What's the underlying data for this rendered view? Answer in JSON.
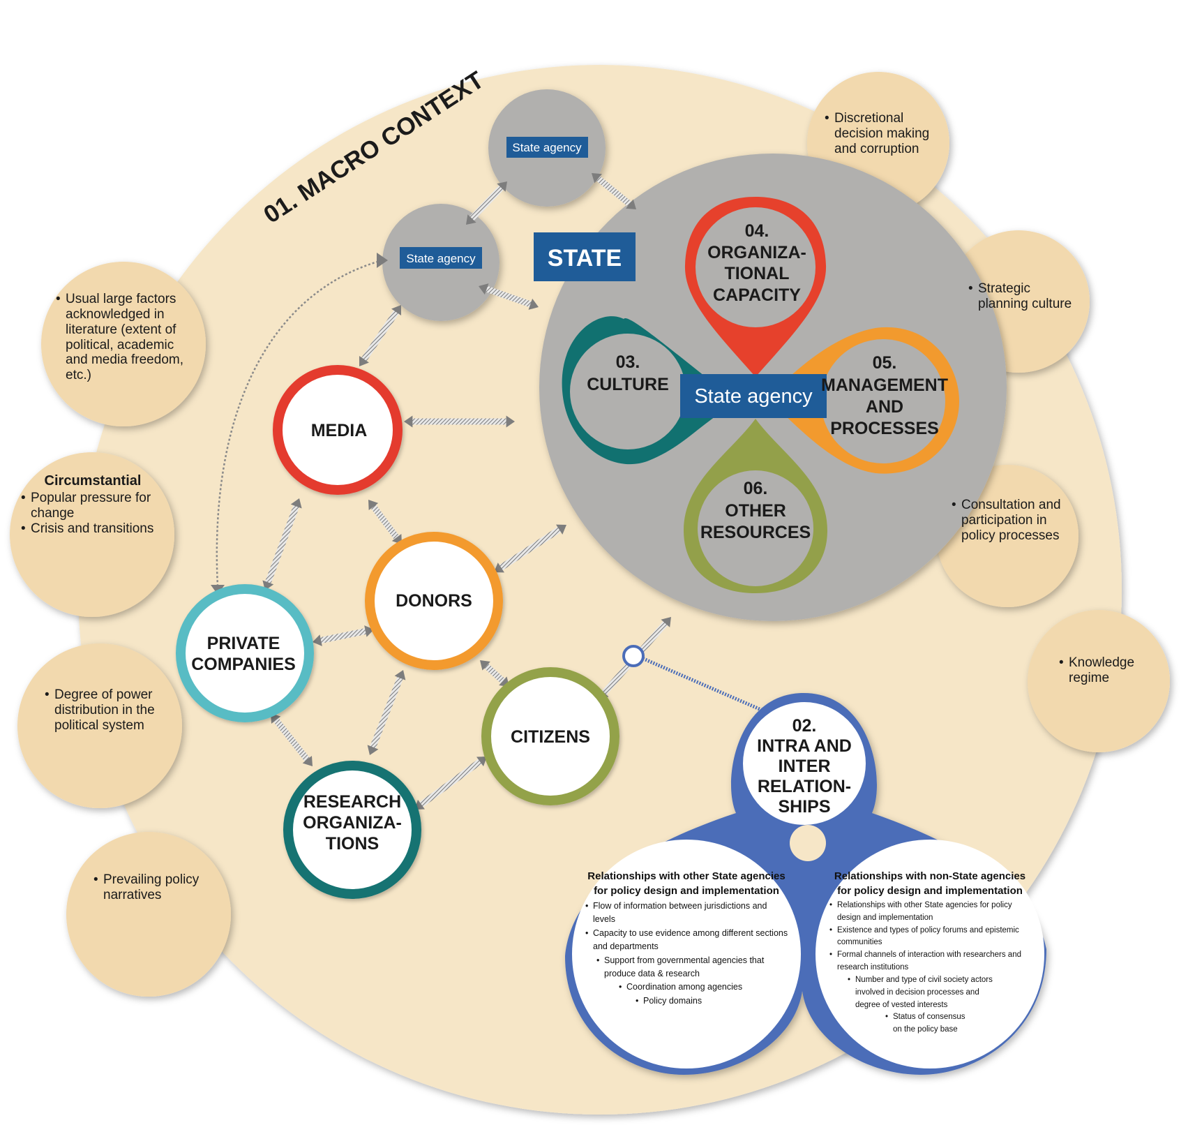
{
  "macro_context_label": "01. MACRO CONTEXT",
  "state_label": "STATE",
  "state_agency_label": "State agency",
  "small_agency_1": "State agency",
  "small_agency_2": "State agency",
  "petals": {
    "culture": {
      "num": "03.",
      "lines": [
        "CULTURE"
      ]
    },
    "org_capacity": {
      "num": "04.",
      "lines": [
        "ORGANIZA-",
        "TIONAL",
        "CAPACITY"
      ]
    },
    "management": {
      "num": "05.",
      "lines": [
        "MANAGEMENT",
        "AND",
        "PROCESSES"
      ]
    },
    "other_resources": {
      "num": "06.",
      "lines": [
        "OTHER",
        "RESOURCES"
      ]
    }
  },
  "actors": {
    "media": [
      "MEDIA"
    ],
    "donors": [
      "DONORS"
    ],
    "private": [
      "PRIVATE",
      "COMPANIES"
    ],
    "citizens": [
      "CITIZENS"
    ],
    "research": [
      "RESEARCH",
      "ORGANIZA-",
      "TIONS"
    ]
  },
  "relationships": {
    "lines": [
      "02.",
      "INTRA AND",
      "INTER",
      "RELATION-",
      "SHIPS"
    ],
    "left": {
      "title": "Relationships with other State agencies for policy design and implementation",
      "items": [
        "Flow of information between jurisdictions and levels",
        "Capacity to use evidence among different sections and departments",
        "Support from governmental agencies that produce data & research",
        "Coordination among agencies",
        "Policy domains"
      ]
    },
    "right": {
      "title": "Relationships with non-State agencies for policy design and implementation",
      "items": [
        "Relationships with other State agencies for policy design and implementation",
        "Existence and types of policy forums and epistemic communities",
        "Formal channels of interaction with researchers and research institutions",
        "Number and type of civil society actors involved in decision processes and degree of vested interests",
        "Status of consensus on the policy base"
      ]
    }
  },
  "context_factors": {
    "left1": "Usual large factors acknowledged in literature (extent of political, academic and media freedom, etc.)",
    "left2_title": "Circumstantial",
    "left2_items": [
      "Popular pressure for change",
      "Crisis and transitions"
    ],
    "left3": "Degree of power distribution in the political system",
    "left4": "Prevailing policy narratives",
    "right1": "Discretional decision making and corruption",
    "right2": "Strategic planning culture",
    "right3": "Consultation and participation in policy processes",
    "right4": "Knowledge regime"
  },
  "colors": {
    "background_disc": "#f6e6c7",
    "factor_circle": "#f2d9ae",
    "state_gray": "#b1b0ae",
    "state_blue": "#1f5c98",
    "culture_teal": "#117170",
    "org_red": "#e6412c",
    "management_orange": "#f29a2e",
    "resources_green": "#93a04a",
    "media_red": "#e43a2e",
    "donors_orange": "#f39a2f",
    "private_cyan": "#58bcc4",
    "citizens_green": "#93a24a",
    "research_teal": "#127372",
    "relationships_blue": "#4b6db8"
  }
}
